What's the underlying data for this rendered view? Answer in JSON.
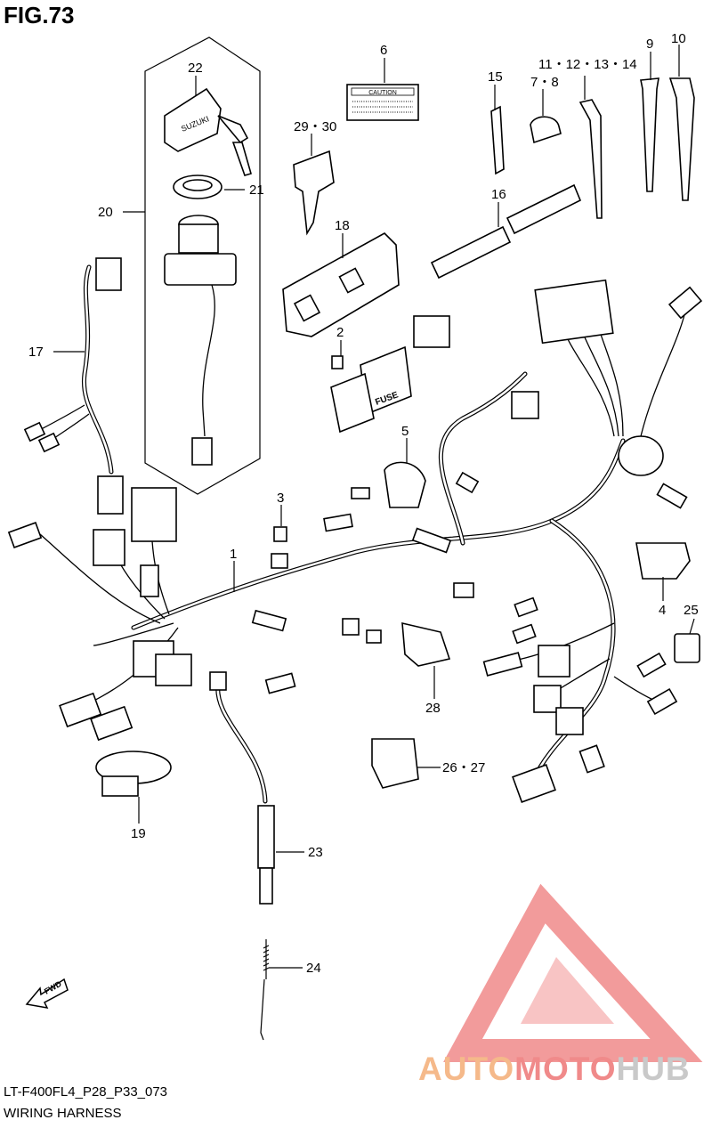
{
  "figure": {
    "title": "FIG.73",
    "code": "LT-F400FL4_P28_P33_073",
    "name": "WIRING HARNESS"
  },
  "callouts": {
    "c1": "1",
    "c2": "2",
    "c3": "3",
    "c4": "4",
    "c5": "5",
    "c6": "6",
    "c7_8": "7・8",
    "c9": "9",
    "c10": "10",
    "c11_14": "11・12・13・14",
    "c15": "15",
    "c16": "16",
    "c17": "17",
    "c18": "18",
    "c19": "19",
    "c20": "20",
    "c21": "21",
    "c22": "22",
    "c23": "23",
    "c24": "24",
    "c25": "25",
    "c26_27": "26・27",
    "c28": "28",
    "c29_30": "29・30"
  },
  "labels": {
    "caution": "CAUTION",
    "fuse": "FUSE",
    "fwd": "FWD",
    "brand": "SUZUKI"
  },
  "watermark": {
    "part_a": "AUTO",
    "part_b": "MOTO",
    "part_c": "HUB"
  },
  "colors": {
    "line": "#000000",
    "background": "#ffffff",
    "logo_red": "#f08a8a",
    "logo_orange": "#f5b98a",
    "logo_gray": "#c9c9c9"
  }
}
